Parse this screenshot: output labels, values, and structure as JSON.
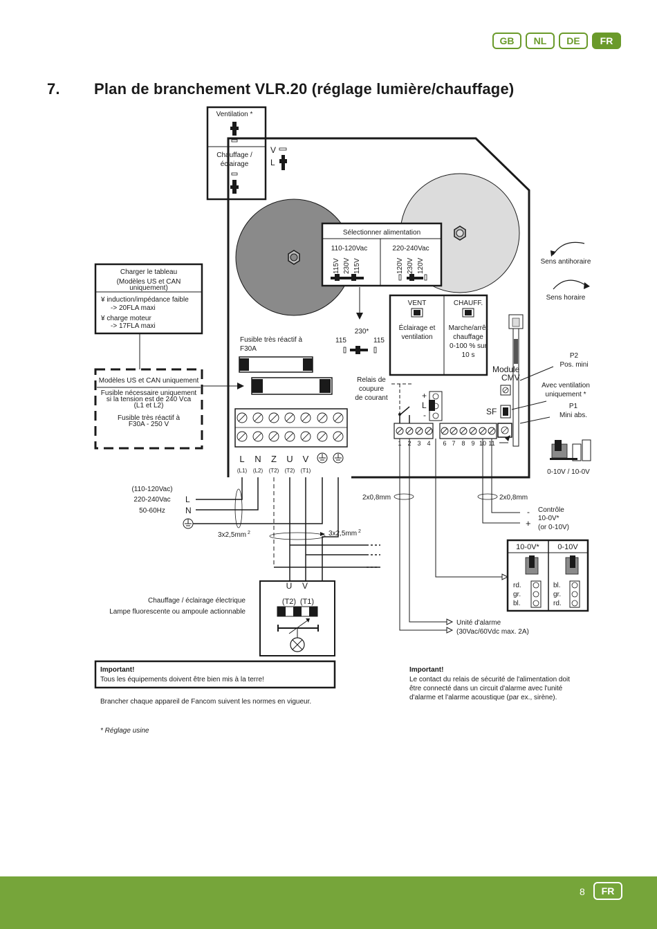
{
  "languages": [
    {
      "code": "GB",
      "active": false
    },
    {
      "code": "NL",
      "active": false
    },
    {
      "code": "DE",
      "active": false
    },
    {
      "code": "FR",
      "active": true
    }
  ],
  "title": {
    "number": "7.",
    "text": "Plan de branchement VLR.20 (réglage lumière/chauffage)"
  },
  "switch_box": {
    "top_label": "Ventilation *",
    "bottom_label": "Chauffage /",
    "bottom_label2": "éclairage"
  },
  "vl_labels": {
    "v": "V",
    "l": "L"
  },
  "supply_selector": {
    "title": "Sélectionner alimentation",
    "group1": "110-120Vac",
    "group2": "220-240Vac",
    "g1_pins": [
      "115V",
      "230V",
      "115V"
    ],
    "g2_pins": [
      "120V",
      "230V",
      "120V"
    ]
  },
  "rotation": {
    "ccw": "Sens antihoraire",
    "cw": "Sens horaire"
  },
  "load_box": {
    "title": "Charger le tableau",
    "subtitle": "(Modèles US et CAN",
    "subtitle2": "uniquement)",
    "item1": "¥ induction/impédance faible",
    "item1b": "->  20FLA maxi",
    "item2": "¥ charge moteur",
    "item2b": "->  17FLA maxi"
  },
  "mode_box": {
    "vent_title": "VENT",
    "vent_text": [
      "Éclairage et",
      "ventilation"
    ],
    "heat_title": "CHAUFF.",
    "heat_text": [
      "Marche/arrêt",
      "chauffage",
      "0-100 % sur",
      "10 s"
    ]
  },
  "fuse": {
    "label": "Fusible très réactif à",
    "label2": "F30A"
  },
  "jumper": {
    "center": "230*",
    "left": "115",
    "right": "115"
  },
  "us_box": {
    "line1": "Modèles US et CAN uniquement",
    "line2": "Fusible nécessaire uniquement",
    "line3": "si la tension est de 240 Vca",
    "line4": "(L1 et L2)",
    "line5": "Fusible très réactif à",
    "line6": "F30A - 250 V"
  },
  "relay": {
    "line1": "Relais de",
    "line2": "coupure",
    "line3": "de courant"
  },
  "module": {
    "line1": "Module",
    "line2": "CMV"
  },
  "p2": {
    "line1": "P2",
    "line2": "Pos. mini"
  },
  "vent_only": {
    "line1": "Avec ventilation",
    "line2": "uniquement *"
  },
  "sf": "SF",
  "p1": {
    "line1": "P1",
    "line2": "Mini abs."
  },
  "plus_l_minus": {
    "plus": "+",
    "l": "L",
    "minus": "-"
  },
  "terminals_main": {
    "labels": [
      "L",
      "N",
      "Z",
      "U",
      "V"
    ],
    "sublabels": [
      "(L1)",
      "(L2)",
      "(T2)",
      "(T2)",
      "(T1)"
    ]
  },
  "terminals_small1": [
    "1",
    "2",
    "3",
    "4"
  ],
  "terminals_small2": [
    "6",
    "7",
    "8",
    "9",
    "10",
    "11"
  ],
  "output_range": "0-10V / 10-0V",
  "supply": {
    "line1": "(110-120Vac)",
    "line2": "220-240Vac",
    "line3": "50-60Hz",
    "l": "L",
    "n": "N"
  },
  "cables": {
    "c1": "3x2,5mm",
    "c2": "3x2,5mm",
    "sup": "2",
    "s1": "2x0,8mm",
    "s2": "2x0,8mm"
  },
  "control": {
    "minus": "-",
    "plus": "+",
    "line1": "Contrôle",
    "line2": "10-0V*",
    "line3": "(or 0-10V)"
  },
  "signal_box": {
    "left_title": "10-0V*",
    "right_title": "0-10V",
    "left_rows": [
      "rd.",
      "gr.",
      "bl."
    ],
    "right_rows": [
      "bl.",
      "gr.",
      "rd."
    ]
  },
  "heater": {
    "u": "U",
    "v": "V",
    "t2": "(T2)",
    "t1": "(T1)",
    "label1": "Chauffage / éclairage électrique",
    "label2": "Lampe fluorescente ou ampoule actionnable"
  },
  "alarm": {
    "line1": "Unité d'alarme",
    "line2": "(30Vac/60Vdc max. 2A)"
  },
  "important_box": {
    "title": "Important!",
    "text": "Tous les équipements doivent être bien mis à la terre!"
  },
  "note_connect": "Brancher chaque appareil de Fancom suivent les normes en vigueur.",
  "important_right": {
    "title": "Important!",
    "lines": [
      "Le contact du relais de sécurité de l'alimentation doit",
      "être connecté dans un circuit d'alarme avec l'unité",
      "d'alarme et l'alarme acoustique (par ex., sirène)."
    ]
  },
  "factory_note": "* Réglage usine",
  "footer": {
    "page": "8",
    "lang": "FR"
  }
}
